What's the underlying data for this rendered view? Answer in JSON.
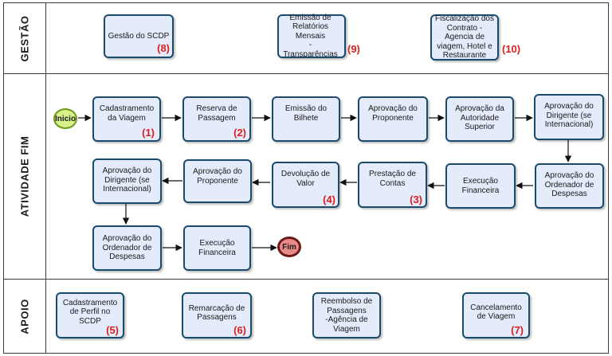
{
  "lanes": {
    "gestao": "GESTÃO",
    "atividade_fim": "ATIVIDADE FIM",
    "apoio": "APOIO"
  },
  "events": {
    "start": "Inicio",
    "end": "Fim"
  },
  "gestao": {
    "gestao_scdp": {
      "label": "Gestão do SCDP",
      "num": "(8)"
    },
    "relatorios": {
      "label": "Emissão de\nRelatórios\nMensais\n- Transparências",
      "num": "(9)"
    },
    "fiscalizacao": {
      "label": "Fiscalização dos\nContrato -\nAgencia de\nviagem, Hotel e\nRestaurante",
      "num": "(10)"
    }
  },
  "fim": {
    "cadastramento": {
      "label": "Cadastramento\nda Viagem",
      "num": "(1)"
    },
    "reserva": {
      "label": "Reserva de\nPassagem",
      "num": "(2)"
    },
    "emissao": {
      "label": "Emissão do\nBilhete"
    },
    "aprov_proponente_1": {
      "label": "Aprovação do\nProponente"
    },
    "aprov_autoridade": {
      "label": "Aprovação da\nAutoridade\nSuperior"
    },
    "aprov_dirigente_1": {
      "label": "Aprovação do\nDirigente (se\nInternacional)"
    },
    "aprov_ordenador_1": {
      "label": "Aprovação do\nOrdenador de\nDespesas"
    },
    "execucao_1": {
      "label": "Execução\nFinanceira"
    },
    "prestacao": {
      "label": "Prestação de\nContas",
      "num": "(3)"
    },
    "devolucao": {
      "label": "Devolução de\nValor",
      "num": "(4)"
    },
    "aprov_proponente_2": {
      "label": "Aprovação do\nProponente"
    },
    "aprov_dirigente_2": {
      "label": "Aprovação do\nDirigente (se\nInternacional)"
    },
    "aprov_ordenador_2": {
      "label": "Aprovação do\nOrdenador de\nDespesas"
    },
    "execucao_2": {
      "label": "Execução\nFinanceira"
    }
  },
  "apoio": {
    "cadastramento_perfil": {
      "label": "Cadastramento\nde Perfil no\nSCDP",
      "num": "(5)"
    },
    "remarcacao": {
      "label": "Remarcação de\nPassagens",
      "num": "(6)"
    },
    "reembolso": {
      "label": "Reembolso de\nPassagens\n-Agência de\nViagem"
    },
    "cancelamento": {
      "label": "Cancelamento\nde Viagem",
      "num": "(7)"
    }
  }
}
